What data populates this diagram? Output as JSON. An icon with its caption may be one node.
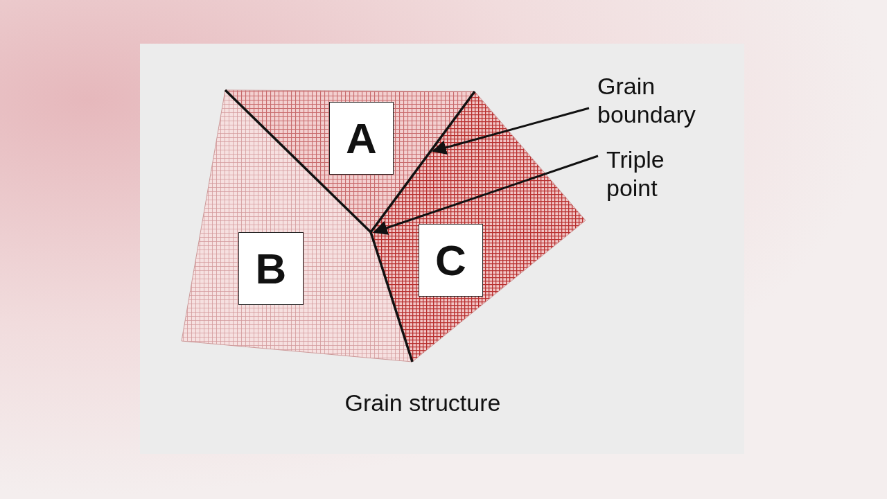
{
  "diagram": {
    "caption": "Grain structure",
    "nodes": [
      {
        "text": [
          "A"
        ]
      },
      {
        "text": [
          "B"
        ]
      },
      {
        "text": [
          "C"
        ]
      },
      {
        "text": [
          "Grain boundary"
        ]
      },
      {
        "text": [
          "Triple point"
        ]
      }
    ],
    "edges": [
      {
        "from": 3,
        "to": null,
        "arrow": "to"
      },
      {
        "from": 4,
        "to": null,
        "arrow": "to"
      }
    ]
  }
}
